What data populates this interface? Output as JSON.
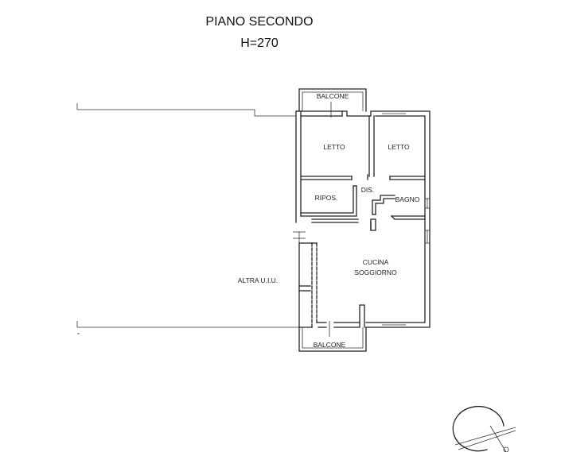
{
  "header": {
    "title": "PIANO SECONDO",
    "height": "H=270"
  },
  "rooms": {
    "balcone_top": "BALCONE",
    "letto_left": "LETTO",
    "letto_right": "LETTO",
    "ripos": "RIPOS.",
    "dis": "DIS.",
    "bagno": "BAGNO",
    "cucina": "CUCINA",
    "soggiorno": "SOGGIORNO",
    "altra": "ALTRA U.I.U.",
    "balcone_bottom": "BALCONE"
  },
  "icons": {
    "north_arrow": "north-arrow-icon"
  }
}
